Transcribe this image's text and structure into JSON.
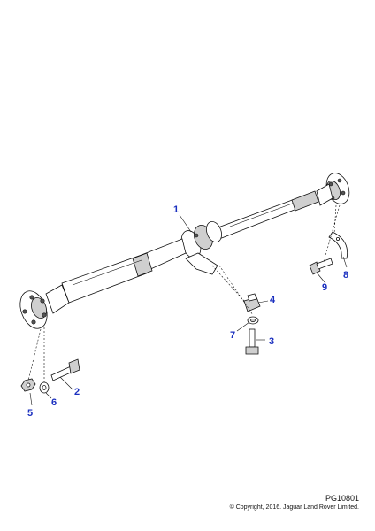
{
  "callouts": [
    "1",
    "2",
    "3",
    "4",
    "5",
    "6",
    "7",
    "8",
    "9"
  ],
  "figure_ref": "PG10801",
  "copyright": "© Copyright, 2016. Jaguar Land Rover Limited."
}
